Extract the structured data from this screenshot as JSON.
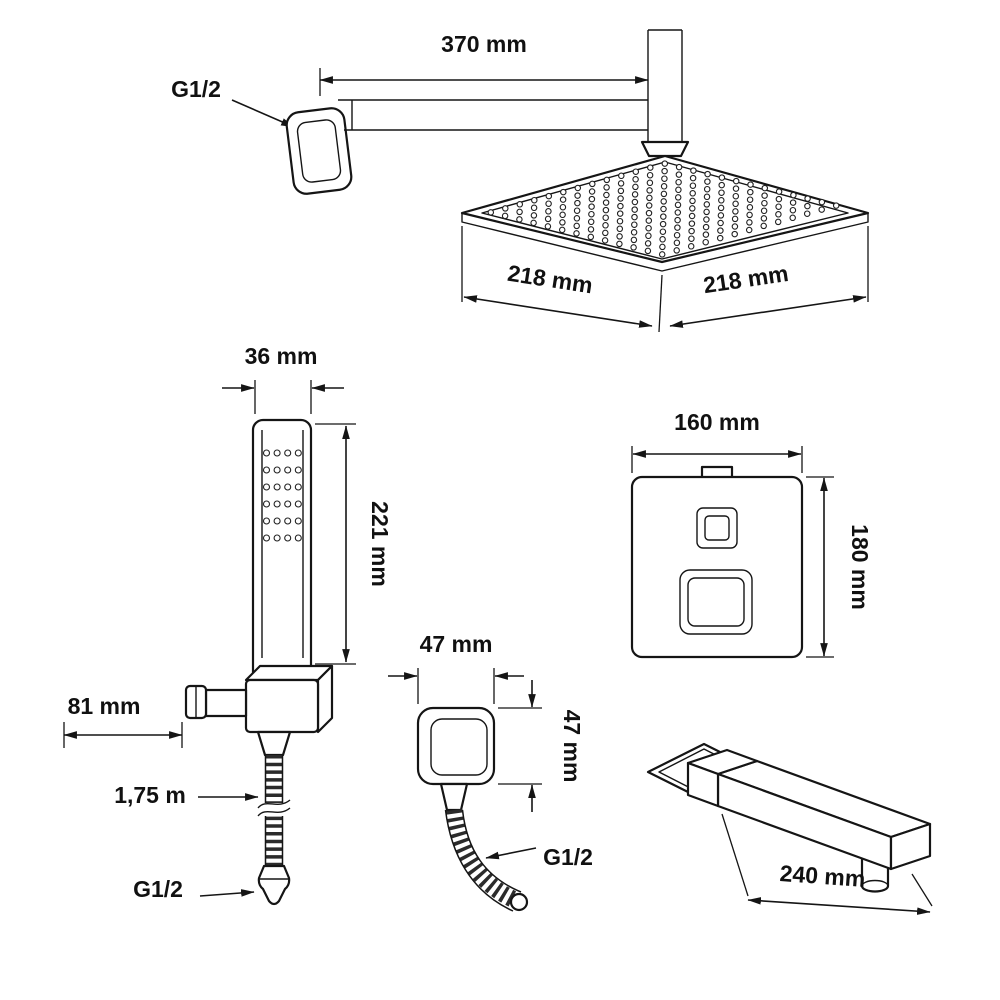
{
  "drawing": {
    "ink_color": "#151515",
    "overhead_shower": {
      "arm_length": "370 mm",
      "wall_thread": "G1/2",
      "head_width": "218 mm",
      "head_depth": "218 mm"
    },
    "hand_shower": {
      "head_width": "36 mm",
      "length": "221 mm",
      "holder_depth": "81 mm",
      "hose_length": "1,75 m",
      "hose_thread": "G1/2"
    },
    "thermostat_panel": {
      "width": "160 mm",
      "height": "180 mm"
    },
    "hose_outlet": {
      "width": "47 mm",
      "height": "47 mm",
      "thread": "G1/2"
    },
    "spout": {
      "length": "240 mm"
    }
  }
}
